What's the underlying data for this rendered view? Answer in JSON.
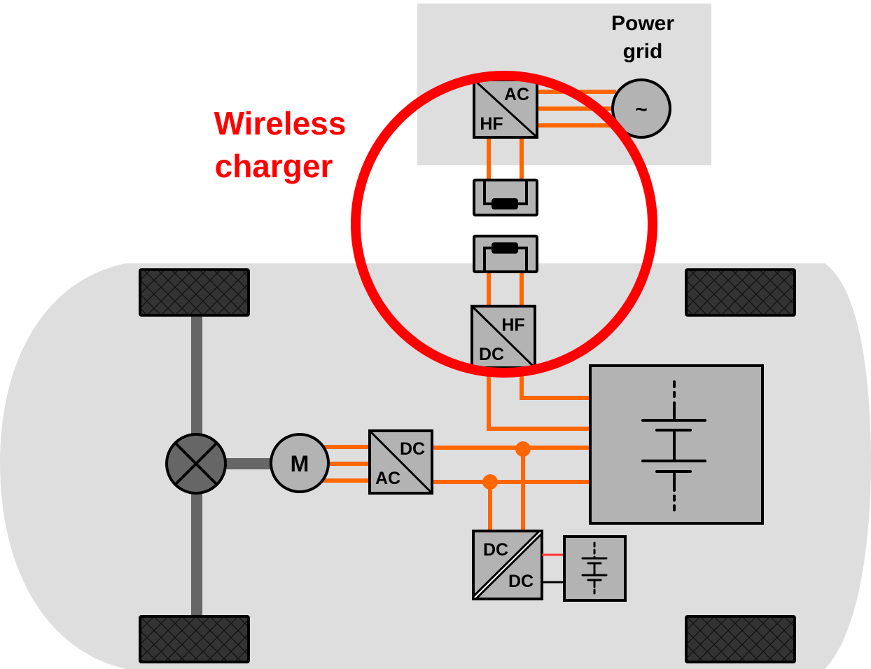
{
  "title_label": {
    "line1": "Wireless",
    "line2": "charger"
  },
  "power_grid": {
    "line1": "Power",
    "line2": "grid",
    "source_symbol": "~"
  },
  "converters": {
    "grid_converter": {
      "top": "AC",
      "bottom": "HF"
    },
    "vehicle_converter": {
      "top": "HF",
      "bottom": "DC"
    },
    "motor_inverter": {
      "top": "DC",
      "bottom": "AC"
    },
    "aux_converter": {
      "top": "DC",
      "bottom": "DC"
    }
  },
  "motor": {
    "label": "M"
  },
  "colors": {
    "power_line": "#ff6600",
    "highlight_circle": "#ff0000",
    "block_fill": "#b3b3b3",
    "vehicle_body": "#dedede",
    "wheel": "#333333",
    "axle": "#666666",
    "aux_positive": "#ff3333"
  }
}
